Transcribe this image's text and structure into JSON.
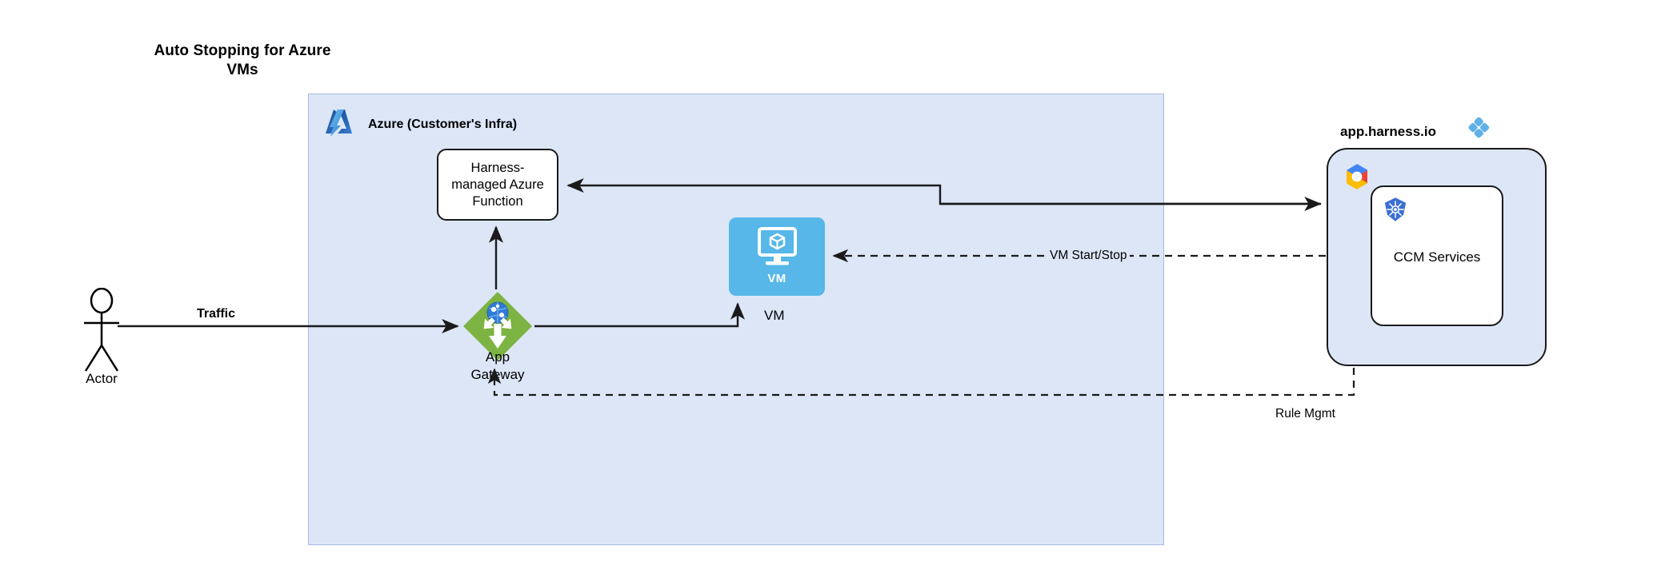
{
  "title": "Auto Stopping for Azure VMs",
  "colors": {
    "azure_container_fill": "#dce6f7",
    "azure_container_border": "#a7bbdd",
    "node_border": "#1a1a1a",
    "vm_fill": "#56b7e8",
    "appgw_fill": "#7cb342",
    "harness_blue": "#5fb0e5",
    "k8s_blue": "#3b6fd4",
    "edge_stroke": "#1a1a1a"
  },
  "azure": {
    "label": "Azure (Customer's Infra)",
    "logo_icon": "azure-logo-icon",
    "function_node": {
      "label": "Harness-managed Azure Function",
      "label_lines": [
        "Harness-",
        "managed Azure",
        "Function"
      ]
    },
    "vm_node": {
      "icon_label": "VM",
      "label": "VM",
      "icon": "vm-monitor-cube-icon"
    },
    "app_gateway_node": {
      "label": "App Gateway",
      "label_lines": [
        "App",
        "Gateway"
      ],
      "icon": "azure-application-gateway-icon"
    }
  },
  "actor": {
    "label": "Actor",
    "icon": "stick-figure-icon"
  },
  "harness": {
    "title": "app.harness.io",
    "logo_icon": "harness-diamond-logo-icon",
    "cloud_provider_icon": "gcp-logo-icon",
    "service_box": {
      "label": "CCM Services",
      "icon": "kubernetes-logo-icon"
    }
  },
  "edges": [
    {
      "name": "actor-to-app-gateway",
      "label": "Traffic",
      "style": "solid",
      "bold_label": true
    },
    {
      "name": "app-gateway-to-vm",
      "label": "",
      "style": "solid"
    },
    {
      "name": "app-gateway-to-azure-function",
      "label": "",
      "style": "solid"
    },
    {
      "name": "harness-to-azure-function",
      "label": "",
      "style": "solid"
    },
    {
      "name": "ccm-to-vm",
      "label": "VM Start/Stop",
      "style": "dashed"
    },
    {
      "name": "ccm-to-app-gateway",
      "label": "Rule Mgmt",
      "style": "dashed"
    }
  ]
}
